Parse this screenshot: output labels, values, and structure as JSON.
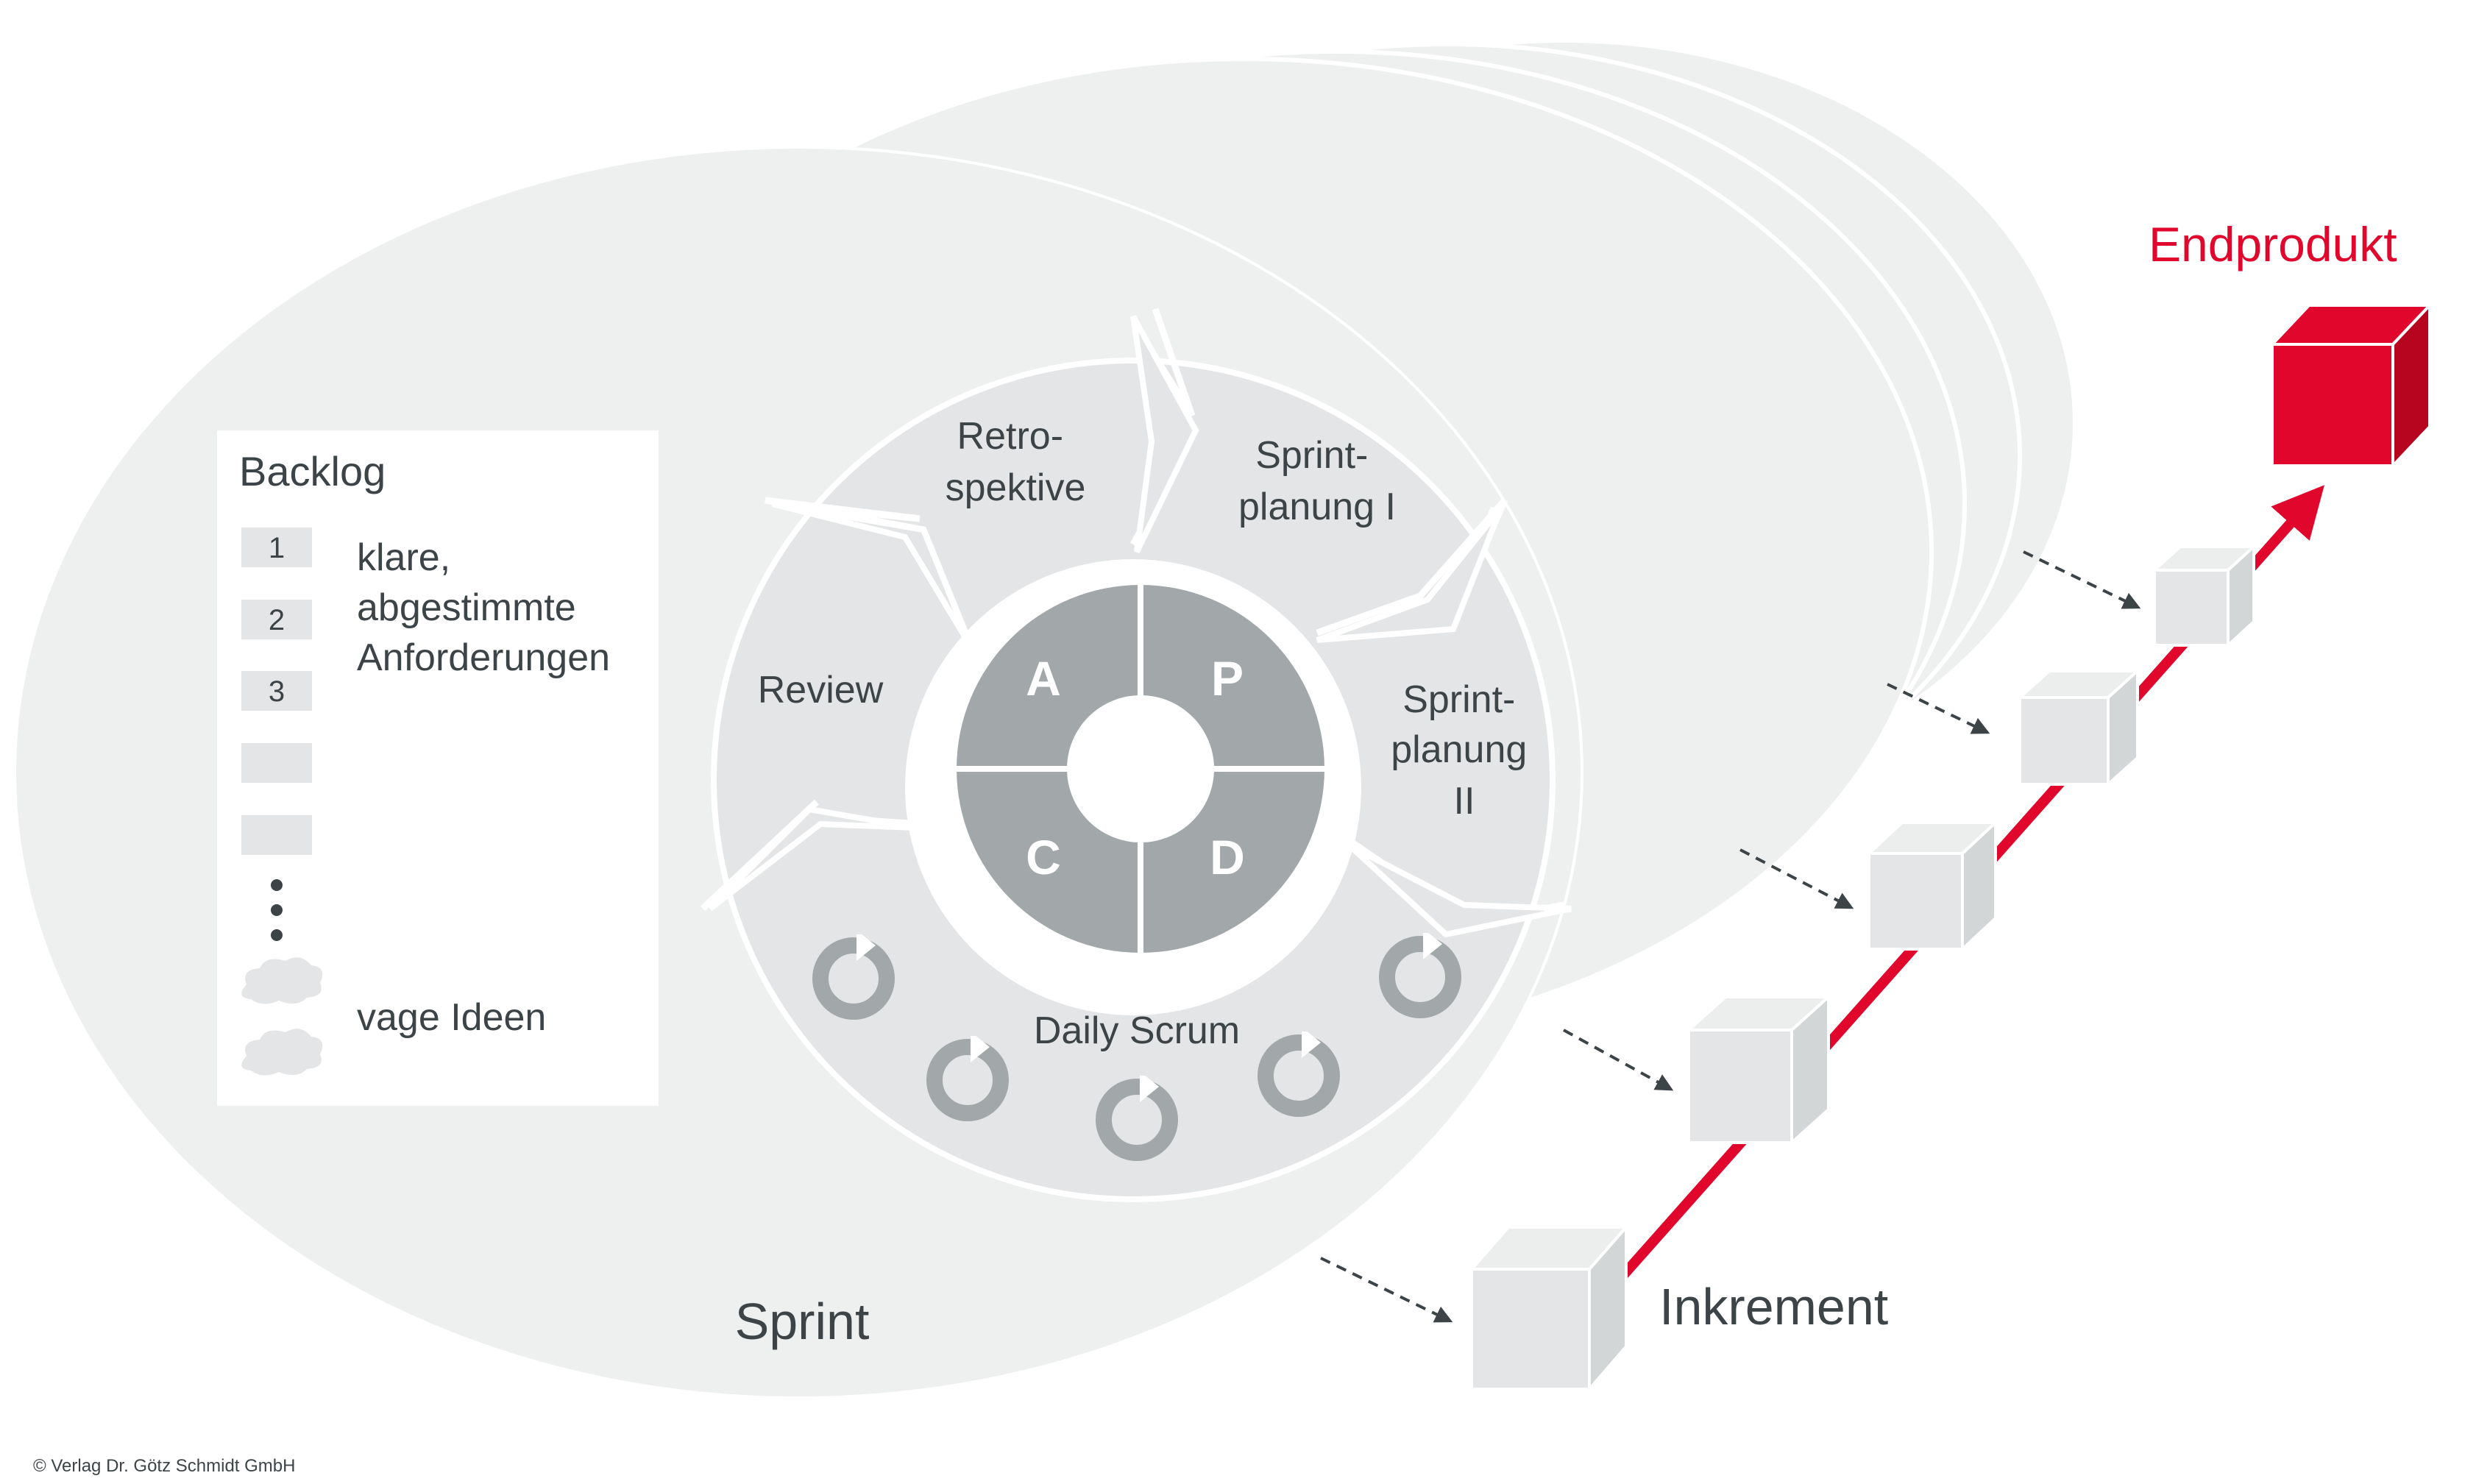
{
  "colors": {
    "background": "#ffffff",
    "ellipse_fill": "#eeefef",
    "ellipse_stroke": "#ffffff",
    "ring_fill": "#e3e5e6",
    "pdca_fill": "#a2a8a9",
    "text_dark": "#3d4448",
    "accent_red": "#e0062c",
    "cube_gray": "#e3e5e6"
  },
  "backlog": {
    "title": "Backlog",
    "items": [
      "1",
      "2",
      "3",
      "",
      ""
    ],
    "clear_label": [
      "klare,",
      "abgestimmte",
      "Anforderungen"
    ],
    "vague_label": "vage Ideen"
  },
  "cycle": {
    "phases": {
      "retro": [
        "Retro-",
        "spektive"
      ],
      "planning1": [
        "Sprint-",
        "planung I"
      ],
      "planning2": [
        "Sprint-",
        "planung",
        "II"
      ],
      "review": [
        "Review"
      ]
    },
    "daily": "Daily Scrum",
    "pdca": {
      "a": "A",
      "p": "P",
      "c": "C",
      "d": "D"
    }
  },
  "labels": {
    "sprint": "Sprint",
    "increment": "Inkrement",
    "end_product": "Endprodukt"
  },
  "copyright": "© Verlag Dr. Götz Schmidt GmbH"
}
